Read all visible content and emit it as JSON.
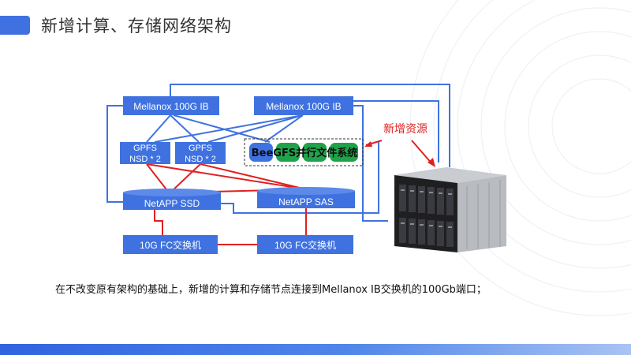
{
  "page": {
    "title": "新增计算、存储网络架构",
    "caption": "在不改变原有架构的基础上，新增的计算和存储节点连接到Mellanox IB交换机的100Gb端口；"
  },
  "diagram": {
    "ib_switch_1": "Mellanox 100G IB",
    "ib_switch_2": "Mellanox 100G IB",
    "gpfs_1_line1": "GPFS",
    "gpfs_1_line2": "NSD * 2",
    "gpfs_2_line1": "GPFS",
    "gpfs_2_line2": "NSD * 2",
    "beegfs_label": "BeeGFS并行文件系统",
    "netapp_ssd": "NetAPP SSD",
    "netapp_sas": "NetAPP SAS",
    "fc_switch_1": "10G FC交换机",
    "fc_switch_2": "10G FC交换机",
    "new_resource_label": "新增资源"
  },
  "colors": {
    "accent_blue": "#3f72e0",
    "node_blue": "#3f72e0",
    "link_blue": "#3f72e0",
    "link_red": "#e02020",
    "beegfs_green": "#1fa34a",
    "annotation_red": "#e02020"
  }
}
